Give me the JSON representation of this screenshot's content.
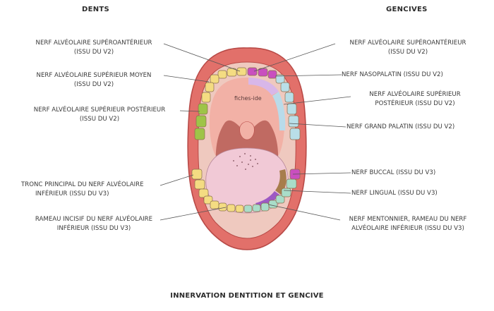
{
  "headers": {
    "left": "DENTS",
    "right": "GENCIVES"
  },
  "left_labels": [
    {
      "line1": "NERF ALVÉOLAIRE SUPÉROANTÉRIEUR",
      "line2": "(ISSU DU V2)"
    },
    {
      "line1": "NERF ALVÉOLAIRE SUPÉRIEUR MOYEN",
      "line2": "(ISSU DU V2)"
    },
    {
      "line1": "NERF ALVÉOLAIRE SUPÉRIEUR POSTÉRIEUR",
      "line2": "(ISSU DU V2)"
    },
    {
      "line1": "TRONC PRINCIPAL DU NERF ALVÉOLAIRE",
      "line2": "INFÉRIEUR (ISSU DU V3)"
    },
    {
      "line1": "RAMEAU INCISIF DU NERF ALVÉOLAIRE",
      "line2": "INFÉRIEUR (ISSU DU V3)"
    }
  ],
  "right_labels": [
    {
      "line1": "NERF ALVÉOLAIRE SUPÉROANTÉRIEUR",
      "line2": "(ISSU DU V2)"
    },
    {
      "line1": "NERF NASOPALATIN (ISSU DU V2)",
      "line2": ""
    },
    {
      "line1": "NERF ALVÉOLAIRE SUPÉRIEUR",
      "line2": "POSTÉRIEUR (ISSU DU V2)"
    },
    {
      "line1": "NERF GRAND PALATIN (ISSU DU V2)",
      "line2": ""
    },
    {
      "line1": "NERF BUCCAL (ISSU DU V3)",
      "line2": ""
    },
    {
      "line1": "NERF LINGUAL (ISSU DU V3)",
      "line2": ""
    },
    {
      "line1": "NERF MENTONNIER, RAMEAU DU NERF",
      "line2": "ALVÉOLAIRE INFÉRIEUR (ISSU DU V3)"
    }
  ],
  "watermark": "fiches-ide",
  "title": "INNERVATION DENTITION ET GENCIVE",
  "colors": {
    "lips": "#e2706a",
    "lip_outline": "#b84a47",
    "gum": "#efc9bf",
    "palate": "#f2b1a6",
    "throat": "#c06a62",
    "tongue": "#f1c9d6",
    "tooth_yellow": "#f4dc82",
    "tooth_green": "#9ec448",
    "tooth_purple": "#c94fbf",
    "tooth_blue": "#b9dfe8",
    "tooth_teal": "#a9ddc9",
    "gum_blue": "#b9dbea",
    "gum_lilac": "#d8b7e9",
    "gum_brown": "#a77d4c",
    "gum_violet": "#9d59c4",
    "leader_line": "#555555"
  }
}
